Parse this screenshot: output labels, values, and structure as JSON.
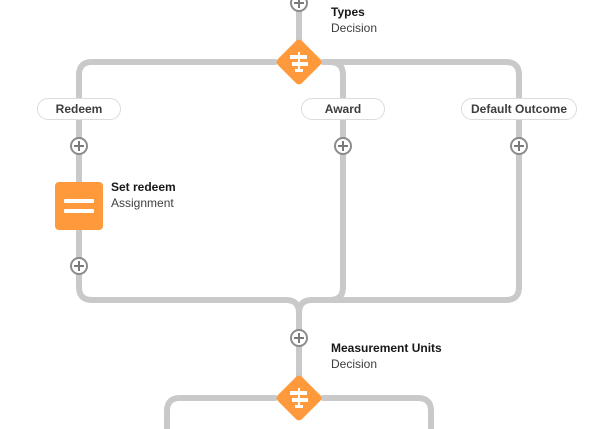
{
  "colors": {
    "connector": "#c9c9c9",
    "element_orange": "#ff9a3c",
    "add_button_border": "#8c8c8c"
  },
  "nodes": {
    "types": {
      "title": "Types",
      "subtitle": "Decision",
      "icon": "decision-icon"
    },
    "set_redeem": {
      "title": "Set redeem",
      "subtitle": "Assignment",
      "icon": "assignment-icon"
    },
    "measurement_units": {
      "title": "Measurement Units",
      "subtitle": "Decision",
      "icon": "decision-icon"
    }
  },
  "outcomes": {
    "redeem": "Redeem",
    "award": "Award",
    "default": "Default Outcome"
  }
}
